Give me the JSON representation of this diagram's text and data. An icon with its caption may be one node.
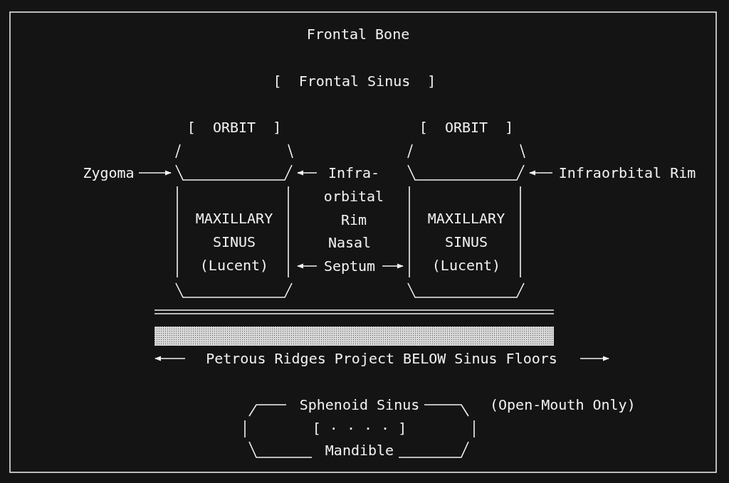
{
  "diagram": {
    "nodes": [
      {
        "text": [
          "Zygoma"
        ]
      },
      {
        "text": [
          "[  ORBIT  ]",
          "MAXILLARY SINUS (Lucent)"
        ]
      },
      {
        "text": [
          "Infra- orbital Rim"
        ]
      },
      {
        "text": [
          "[  ORBIT  ]",
          "MAXILLARY SINUS (Lucent)"
        ]
      },
      {
        "text": [
          "Infraorbital Rim"
        ]
      },
      {
        "text": [
          "Nasal Septum"
        ]
      },
      {
        "text": [],
        "shape": "bar"
      },
      {
        "text": [
          "Sphenoid Sinus",
          "[ · · · · ]",
          "Mandible"
        ]
      }
    ],
    "edges": [
      {
        "from": 0,
        "to": 1,
        "arrow": "to"
      },
      {
        "from": 2,
        "to": 1,
        "arrow": "to"
      },
      {
        "from": 4,
        "to": 3,
        "arrow": "to"
      },
      {
        "from": 5,
        "to": 1,
        "arrow": "to"
      },
      {
        "from": 5,
        "to": 3,
        "arrow": "to"
      }
    ],
    "labels": [
      "Frontal Bone",
      "[  Frontal Sinus  ]",
      "Petrous Ridges Project BELOW Sinus Floors",
      "(Open-Mouth Only)"
    ]
  }
}
